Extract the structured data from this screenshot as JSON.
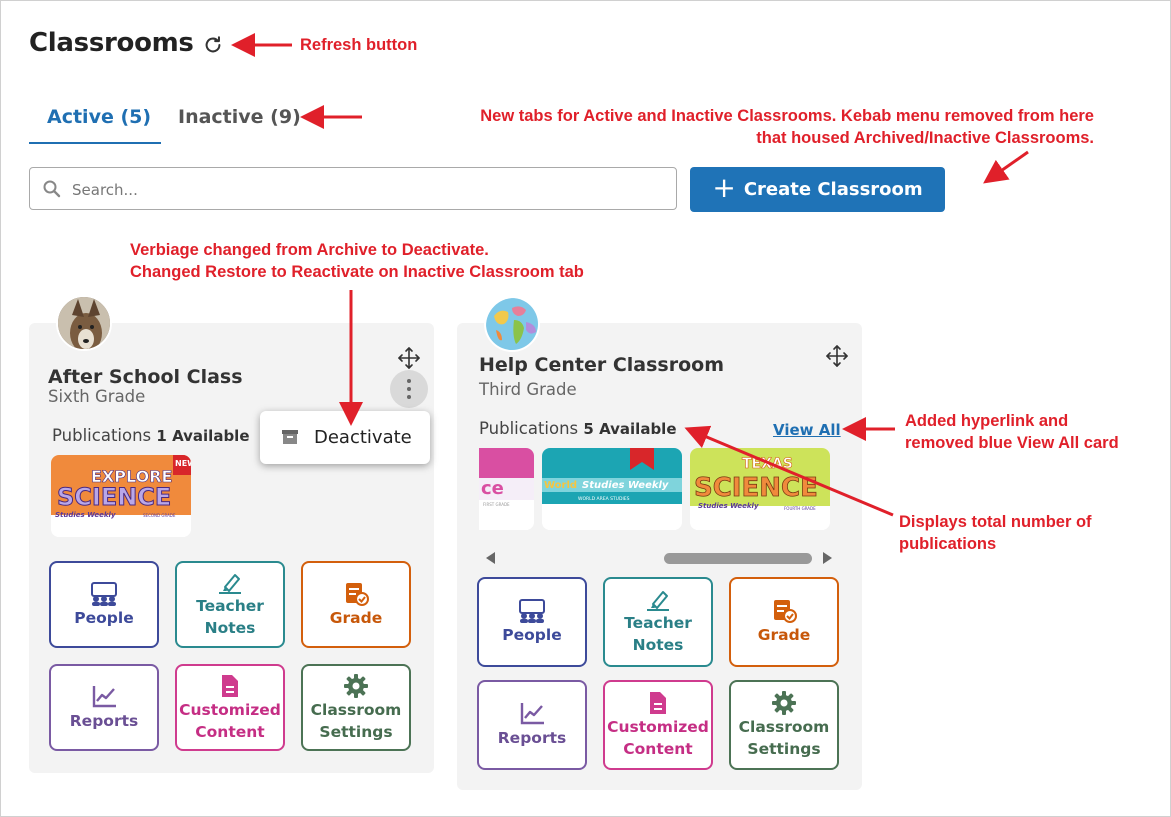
{
  "header": {
    "title": "Classrooms"
  },
  "tabs": [
    {
      "label": "Active (5)"
    },
    {
      "label": "Inactive (9)"
    }
  ],
  "search": {
    "placeholder": "Search..."
  },
  "create_button": {
    "label": "Create Classroom"
  },
  "menu": {
    "deactivate_label": "Deactivate"
  },
  "cards": [
    {
      "title": "After School Class",
      "subtitle": "Sixth Grade",
      "publications_label": "Publications",
      "publications_count": "1 Available",
      "publications": [
        {
          "line1": "EXPLORE",
          "line2": "SCIENCE",
          "badge": "NEW",
          "brand": "Studies Weekly",
          "grade": "SECOND GRADE"
        }
      ],
      "actions": [
        {
          "label1": "People",
          "label2": ""
        },
        {
          "label1": "Teacher",
          "label2": "Notes"
        },
        {
          "label1": "Grade",
          "label2": ""
        },
        {
          "label1": "Reports",
          "label2": ""
        },
        {
          "label1": "Customized",
          "label2": "Content"
        },
        {
          "label1": "Classroom",
          "label2": "Settings"
        }
      ]
    },
    {
      "title": "Help Center Classroom",
      "subtitle": "Third Grade",
      "publications_label": "Publications",
      "publications_count": "5 Available",
      "view_all": "View All",
      "publications": [
        {
          "line1": "ce",
          "grade": "FIRST GRADE"
        },
        {
          "line1": "World",
          "brand": "Studies Weekly",
          "grade": "WORLD AREA STUDIES"
        },
        {
          "line1": "TEXAS",
          "line2": "SCIENCE",
          "brand": "Studies Weekly",
          "grade": "FOURTH GRADE"
        }
      ],
      "actions": [
        {
          "label1": "People",
          "label2": ""
        },
        {
          "label1": "Teacher",
          "label2": "Notes"
        },
        {
          "label1": "Grade",
          "label2": ""
        },
        {
          "label1": "Reports",
          "label2": ""
        },
        {
          "label1": "Customized",
          "label2": "Content"
        },
        {
          "label1": "Classroom",
          "label2": "Settings"
        }
      ]
    }
  ],
  "annotations": {
    "refresh": "Refresh button",
    "tabs_line1": "New tabs for Active and Inactive Classrooms. Kebab menu removed from here",
    "tabs_line2": "that housed Archived/Inactive Classrooms.",
    "deactivate_line1": "Verbiage changed from Archive to Deactivate.",
    "deactivate_line2": "Changed Restore to Reactivate on Inactive Classroom tab",
    "viewall_line1": "Added hyperlink and",
    "viewall_line2": "removed blue View All card",
    "count_line1": "Displays total number of",
    "count_line2": "publications"
  },
  "colors": {
    "accent": "#1f73b7",
    "annotation": "#e0202a",
    "people": "#3d4a9a",
    "notes": "#2a8a8f",
    "grade": "#d35f0c",
    "reports": "#7a5aa3",
    "custom": "#cf3b8e",
    "settings": "#4c7355"
  }
}
